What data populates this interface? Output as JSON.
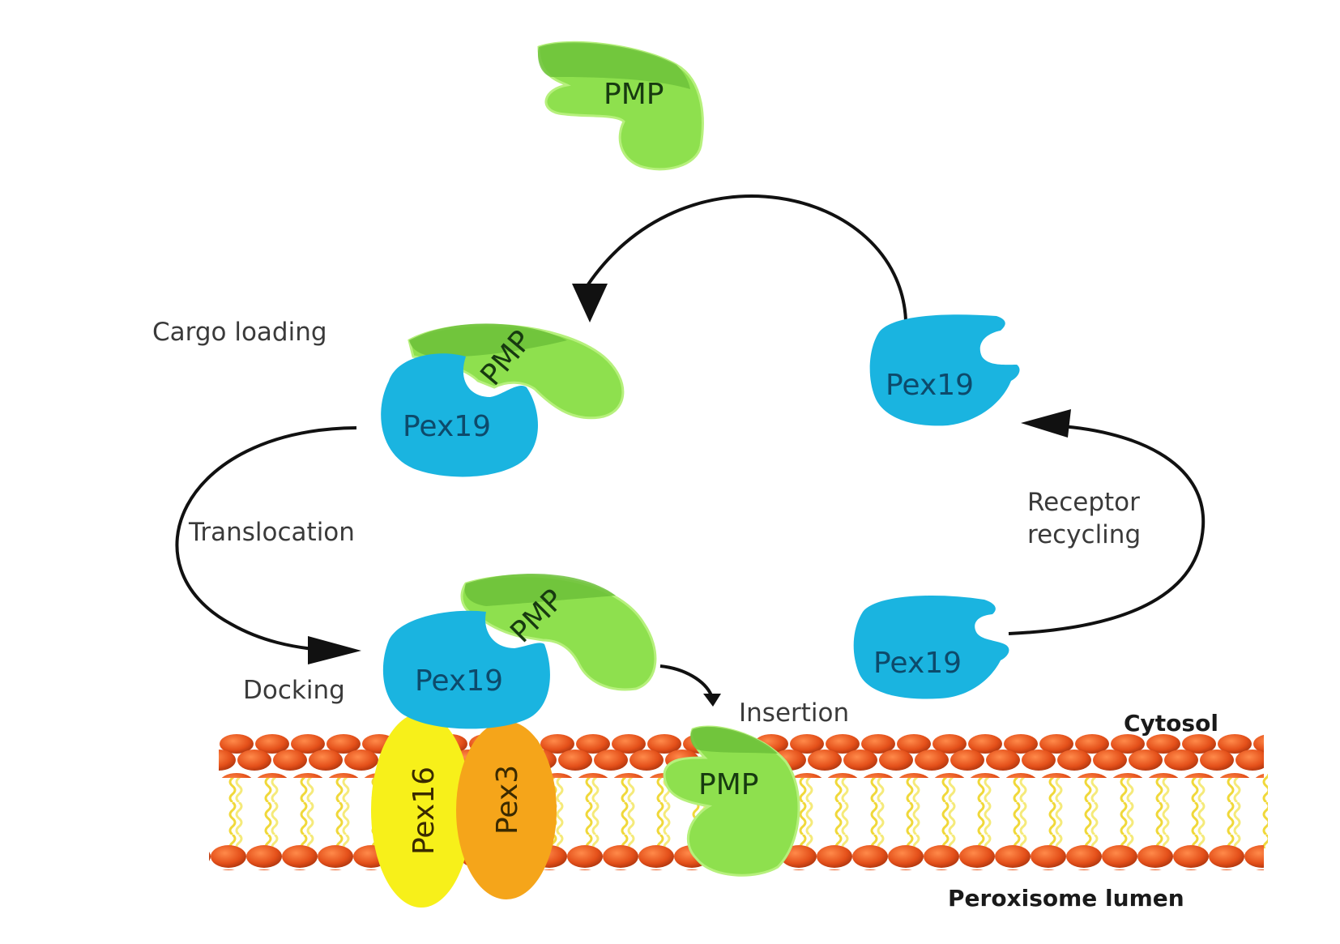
{
  "diagram": {
    "title": "Pex19-mediated PMP import cycle",
    "proteins": {
      "pmp": "PMP",
      "pex19": "Pex19",
      "pex16": "Pex16",
      "pex3": "Pex3"
    },
    "steps": {
      "cargo_loading": "Cargo loading",
      "translocation": "Translocation",
      "docking": "Docking",
      "insertion": "Insertion",
      "receptor_recycling_line1": "Receptor",
      "receptor_recycling_line2": "recycling"
    },
    "compartments": {
      "cytosol": "Cytosol",
      "lumen": "Peroxisome lumen"
    },
    "colors": {
      "pmp_light": "#8ee04e",
      "pmp_dark": "#6cc03a",
      "pex19": "#1ab4e0",
      "pex16": "#f7f01a",
      "pex3": "#f5a51a",
      "lipid_head": "#e8521a",
      "lipid_tail": "#f3e45a"
    }
  }
}
